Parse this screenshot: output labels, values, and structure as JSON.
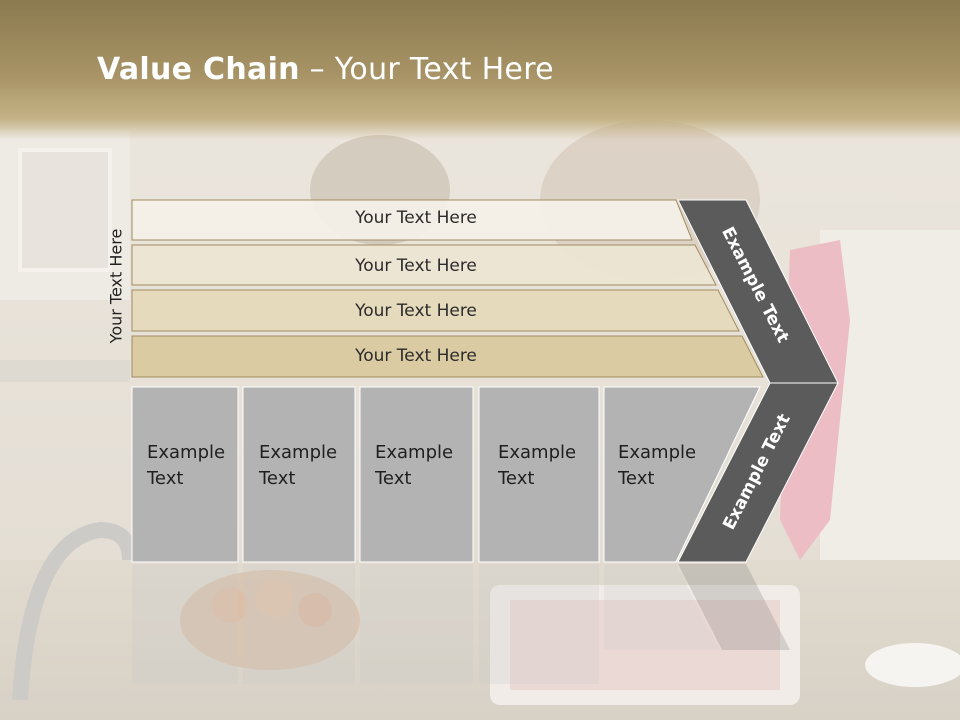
{
  "slide": {
    "title_bold": "Value Chain",
    "title_rest": " – Your Text Here",
    "vertical_label": "Your Text Here"
  },
  "bars": [
    {
      "label": "Your Text Here"
    },
    {
      "label": "Your Text Here"
    },
    {
      "label": "Your Text Here"
    },
    {
      "label": "Your Text Here"
    }
  ],
  "boxes": [
    {
      "line1": "Example",
      "line2": "Text"
    },
    {
      "line1": "Example",
      "line2": "Text"
    },
    {
      "line1": "Example",
      "line2": "Text"
    },
    {
      "line1": "Example",
      "line2": "Text"
    },
    {
      "line1": "Example",
      "line2": "Text"
    }
  ],
  "chevron": {
    "upper_label": "Example Text",
    "lower_label": "Example Text"
  },
  "colors": {
    "title_band": "#a08c5e",
    "bar_1": "#f5f1e8",
    "bar_2": "#ede5d2",
    "bar_3": "#e5d9bb",
    "bar_4": "#d9c99e",
    "box_fill": "#b3b3b3",
    "chevron": "#5b5b5b"
  }
}
